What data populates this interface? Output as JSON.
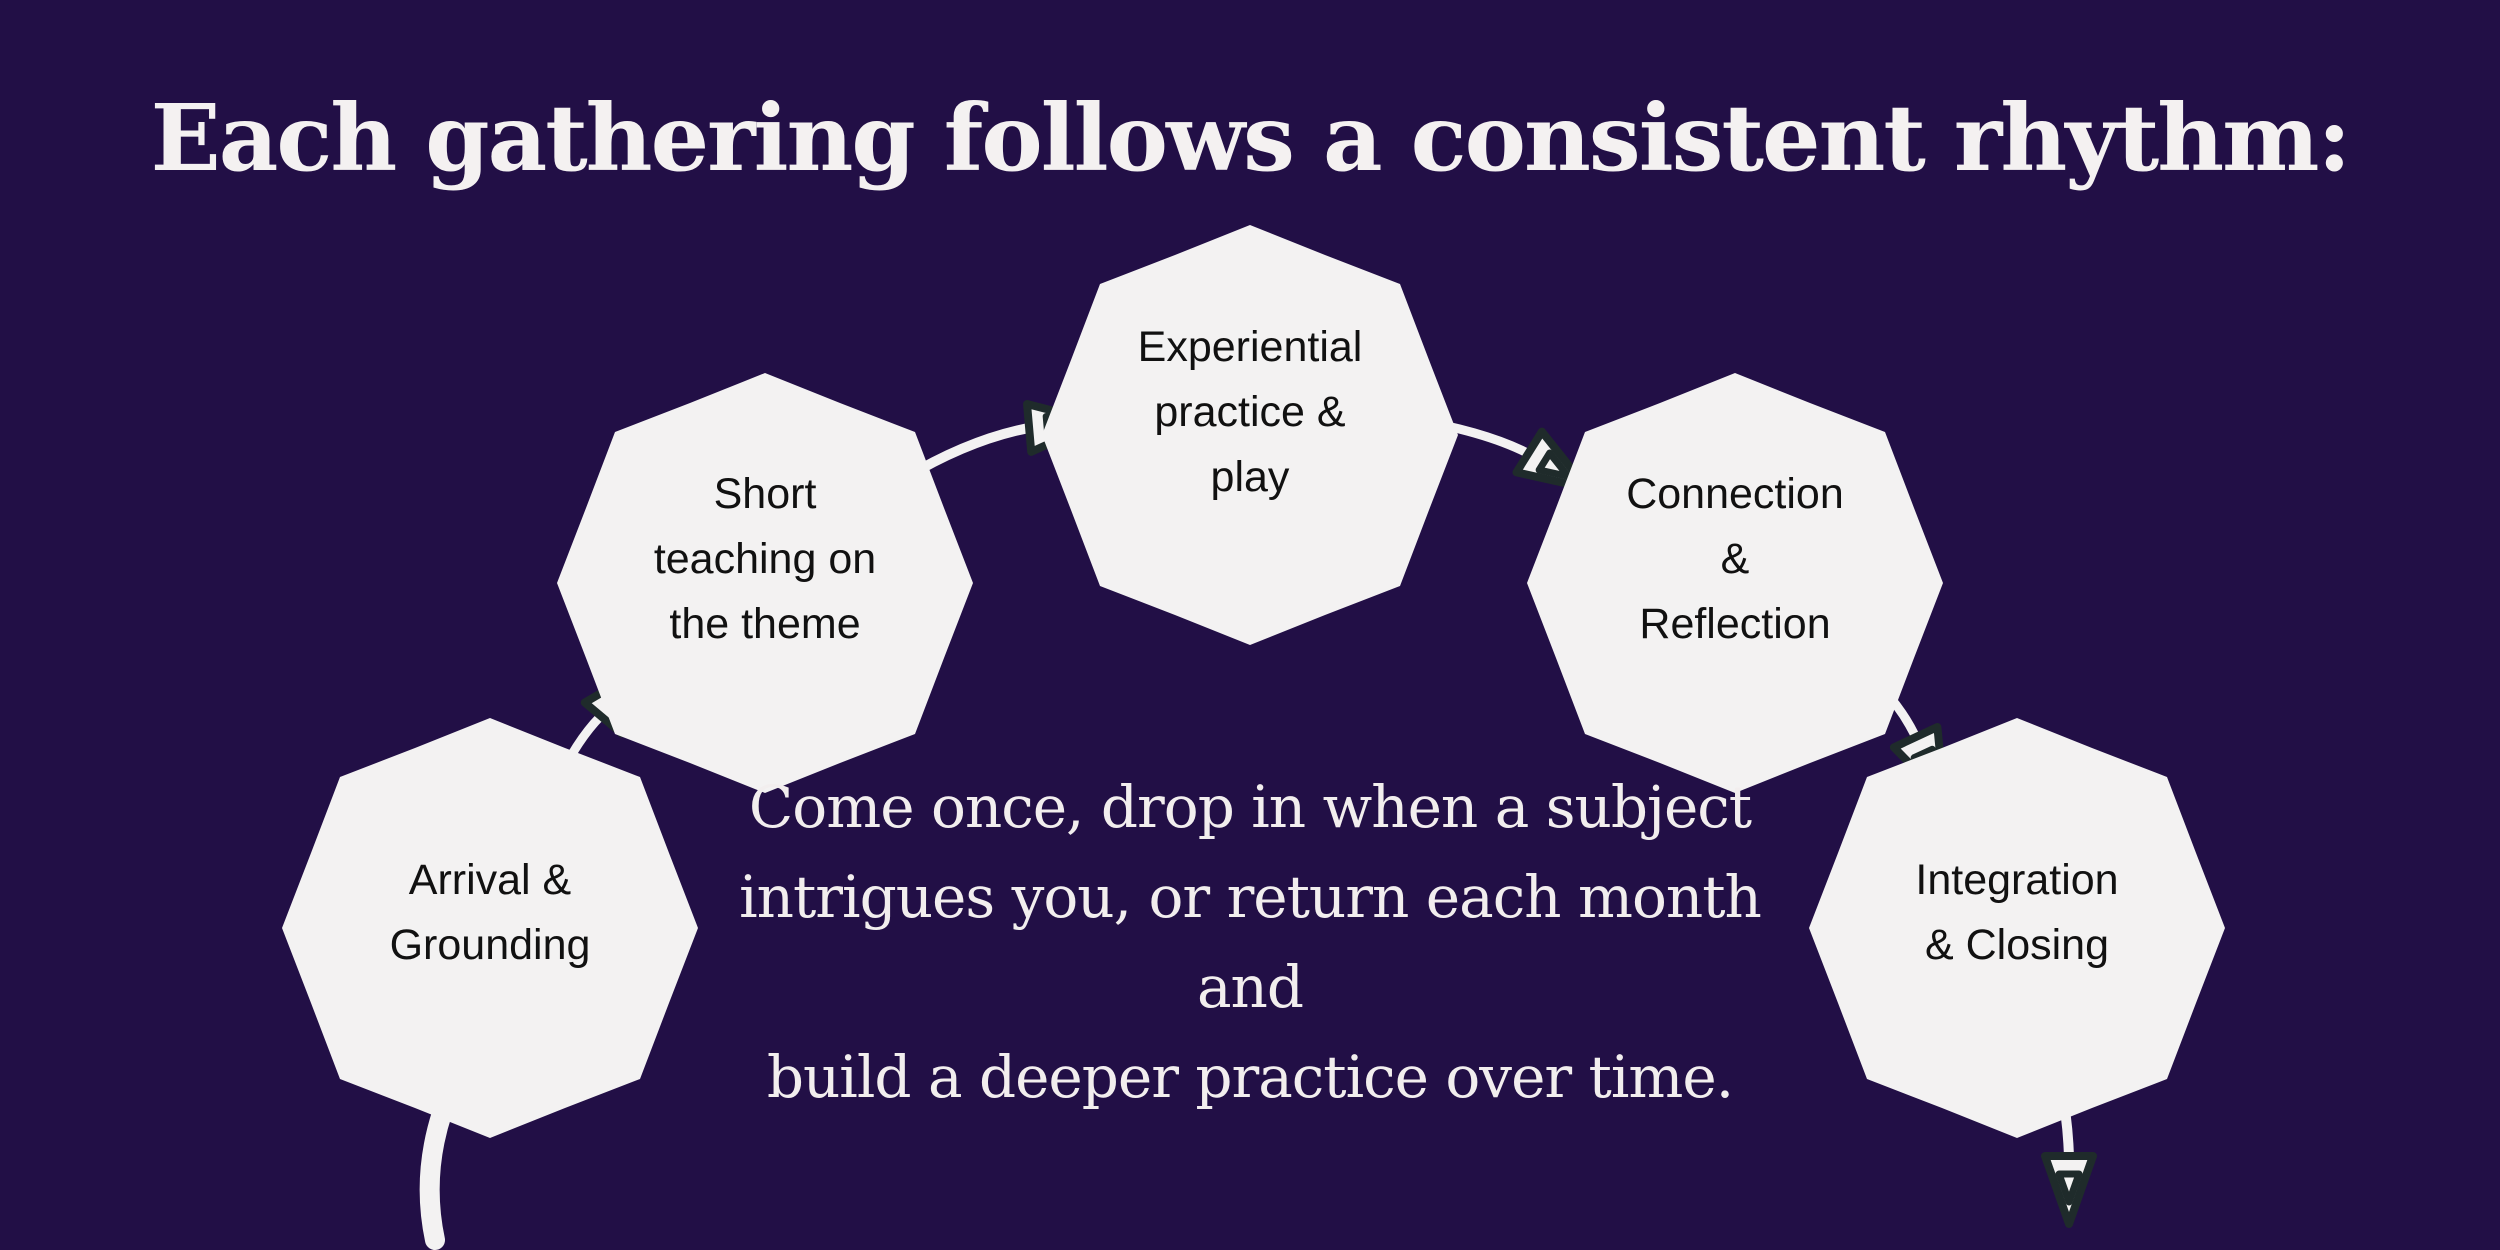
{
  "title": "Each gathering follows a consistent rhythm:",
  "steps": [
    {
      "line1": "Arrival &",
      "line2": "Grounding",
      "line3": ""
    },
    {
      "line1": "Short",
      "line2": "teaching on",
      "line3": "the theme"
    },
    {
      "line1": "Experiential",
      "line2": "practice &",
      "line3": "play"
    },
    {
      "line1": "Connection",
      "line2": "&",
      "line3": "Reflection"
    },
    {
      "line1": "Integration",
      "line2": "& Closing",
      "line3": ""
    }
  ],
  "message": {
    "line1": "Come once, drop in when a subject",
    "line2": "intrigues you, or return each month and",
    "line3": "build a deeper practice over time."
  },
  "colors": {
    "background": "#220f46",
    "shape_fill": "#f3f2f2",
    "arrow_outline": "#1f2b2b",
    "text_light": "#f4f1f1",
    "text_dark": "#111111"
  }
}
